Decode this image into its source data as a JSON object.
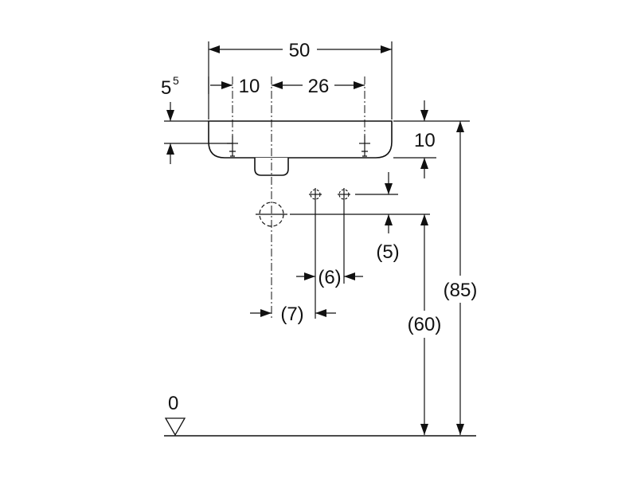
{
  "dimensions": {
    "overall_width": "50",
    "tap_offset_left": "10",
    "tap_spacing": "26",
    "left_offset_main": "5",
    "left_offset_sup": "5",
    "basin_height": "10",
    "supply_gap": "(5)",
    "supply_spacing": "(6)",
    "drain_to_supply": "(7)",
    "drain_height": "(60)",
    "rim_height": "(85)",
    "floor_level": "0"
  }
}
